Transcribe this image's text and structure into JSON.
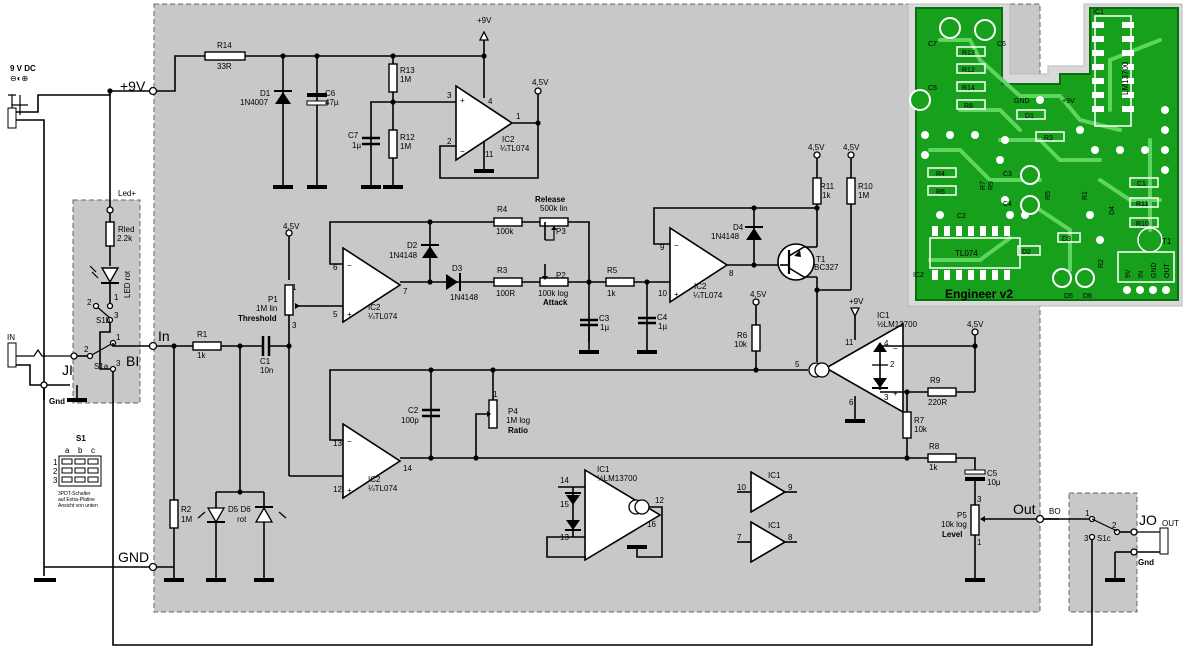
{
  "supply": {
    "jack_label": "9 V DC",
    "rail_label": "+9V",
    "vcc_label": "+9V",
    "vref_label": "4,5V",
    "gnd_label": "GND",
    "gnd_small": "Gnd",
    "led_plus": "Led+"
  },
  "io": {
    "in_label": "In",
    "out_label": "Out",
    "bi_label": "BI",
    "bo_label": "BO",
    "ji_label": "JI",
    "jo_label": "JO",
    "jack_in": "IN",
    "jack_out": "OUT",
    "gnd_in": "Gnd",
    "gnd_out": "Gnd"
  },
  "switch": {
    "title": "S1",
    "cols": [
      "a",
      "b",
      "c"
    ],
    "rows": [
      "1",
      "2",
      "3"
    ],
    "note": [
      "3PDT-Schalter",
      "auf Extra-Platine",
      "Ansicht von unten"
    ],
    "s1a": "S1a",
    "s1b": "S1b",
    "s1c": "S1c"
  },
  "components": {
    "r14": {
      "name": "R14",
      "value": "33R"
    },
    "d1": {
      "name": "D1",
      "value": "1N4007"
    },
    "c6": {
      "name": "C6",
      "value": "47µ"
    },
    "r13": {
      "name": "R13",
      "value": "1M"
    },
    "r12": {
      "name": "R12",
      "value": "1M"
    },
    "c7": {
      "name": "C7",
      "value": "1µ"
    },
    "ic2a": {
      "name": "IC2",
      "value": "¼TL074"
    },
    "r4": {
      "name": "R4",
      "value": "100k"
    },
    "r3": {
      "name": "R3",
      "value": "100R"
    },
    "d2": {
      "name": "D2",
      "value": "1N4148"
    },
    "d3": {
      "name": "D3",
      "value": "1N4148"
    },
    "p3": {
      "name": "P3",
      "value": "500k lin",
      "label": "Release"
    },
    "p2": {
      "name": "P2",
      "value": "100k log",
      "label": "Attack"
    },
    "c3": {
      "name": "C3",
      "value": "1µ"
    },
    "r5": {
      "name": "R5",
      "value": "1k"
    },
    "c4": {
      "name": "C4",
      "value": "1µ"
    },
    "ic2b": {
      "name": "IC2",
      "value": "¼TL074"
    },
    "ic2c": {
      "name": "IC2",
      "value": "¼TL074"
    },
    "ic2d": {
      "name": "IC2",
      "value": "¼TL074"
    },
    "d4": {
      "name": "D4",
      "value": "1N4148"
    },
    "t1": {
      "name": "T1",
      "value": "BC327"
    },
    "r11": {
      "name": "R11",
      "value": "1k"
    },
    "r10": {
      "name": "R10",
      "value": "1M"
    },
    "r6": {
      "name": "R6",
      "value": "10k"
    },
    "p1": {
      "name": "P1",
      "value": "1M lin",
      "label": "Threshold"
    },
    "rled": {
      "name": "Rled",
      "value": "2.2k"
    },
    "led": {
      "name": "LED",
      "value": "rot"
    },
    "r1": {
      "name": "R1",
      "value": "1k"
    },
    "c1": {
      "name": "C1",
      "value": "10n"
    },
    "c2": {
      "name": "C2",
      "value": "100p"
    },
    "p4": {
      "name": "P4",
      "value": "1M log",
      "label": "Ratio"
    },
    "r2": {
      "name": "R2",
      "value": "1M"
    },
    "d5d6": {
      "name": "D5 D6",
      "value": "rot"
    },
    "ic1a": {
      "name": "IC1",
      "value": "½LM13700"
    },
    "ic1b": {
      "name": "IC1",
      "value": "½LM13700"
    },
    "ic1c": {
      "name": "IC1"
    },
    "ic1d": {
      "name": "IC1"
    },
    "r9": {
      "name": "R9",
      "value": "220R"
    },
    "r7": {
      "name": "R7",
      "value": "10k"
    },
    "r8": {
      "name": "R8",
      "value": "1k"
    },
    "c5": {
      "name": "C5",
      "value": "10µ"
    },
    "p5": {
      "name": "P5",
      "value": "10k log",
      "label": "Level"
    }
  },
  "pins": {
    "ic2a": [
      "3",
      "2",
      "4",
      "1",
      "11"
    ],
    "ic2b": [
      "6",
      "5",
      "7"
    ],
    "ic2c": [
      "9",
      "10",
      "8"
    ],
    "ic2d": [
      "13",
      "12",
      "14"
    ],
    "ic1a": [
      "11",
      "4",
      "2",
      "5",
      "3",
      "6"
    ],
    "ic1b": [
      "14",
      "15",
      "13",
      "12",
      "16"
    ],
    "ic1c": [
      "10",
      "9"
    ],
    "ic1d": [
      "7",
      "8"
    ],
    "sw": [
      "1",
      "2",
      "3"
    ],
    "pot": [
      "1",
      "2",
      "3"
    ]
  },
  "pcb": {
    "title": "Engineer v2",
    "ic_chip": "LM13700",
    "op_chip": "TL074",
    "pad_labels": [
      "GND",
      "+9V",
      "9V",
      "IN",
      "GND",
      "OUT"
    ],
    "refs": [
      "C7",
      "C6",
      "IC1",
      "R13",
      "R12",
      "C5",
      "R14",
      "R8",
      "D1",
      "R3",
      "R4",
      "R6",
      "C3",
      "R7",
      "R9",
      "R5",
      "C4",
      "R1",
      "C1",
      "R11",
      "R10",
      "T1",
      "C2",
      "IC2",
      "D3",
      "D2",
      "R2",
      "D5",
      "D6",
      "D4"
    ]
  }
}
